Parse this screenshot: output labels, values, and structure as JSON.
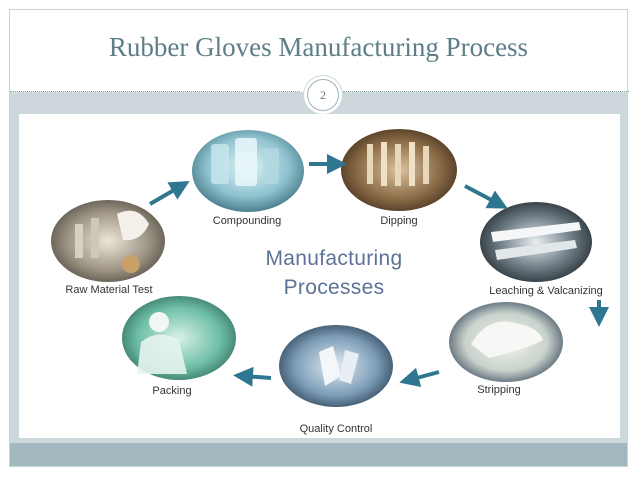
{
  "slide": {
    "title": "Rubber Gloves Manufacturing Process",
    "page_number": "2"
  },
  "diagram": {
    "center_line1": "Manufacturing",
    "center_line2": "Processes",
    "steps": [
      {
        "label": "Compounding"
      },
      {
        "label": "Dipping"
      },
      {
        "label": "Leaching & Valcanizing"
      },
      {
        "label": "Stripping"
      },
      {
        "label": "Quality Control"
      },
      {
        "label": "Packing"
      },
      {
        "label": "Raw Material Test"
      }
    ]
  },
  "colors": {
    "title": "#5d7e86",
    "arrow": "#2f7790",
    "frame": "#cdd7dc",
    "bottom_bar": "#a1b8be"
  }
}
